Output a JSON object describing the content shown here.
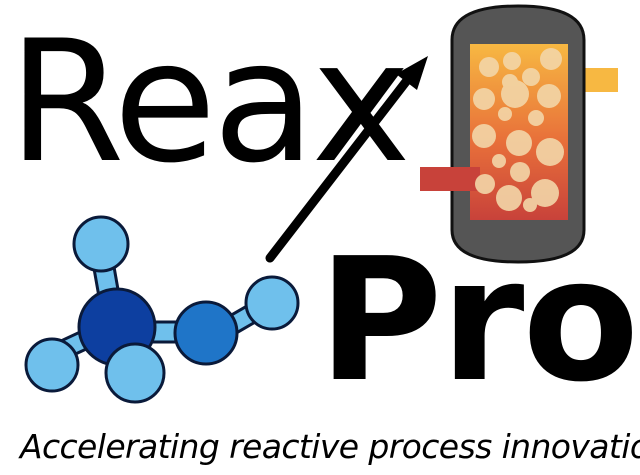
{
  "logo": {
    "word_reax": "Reax",
    "word_pro": "Pro",
    "tagline": "Accelerating reactive process innovation",
    "colors": {
      "text": "#000000",
      "reactor_shell": "#555555",
      "reactor_gradient_top": "#f7b842",
      "reactor_gradient_bottom": "#c8423a",
      "bubble": "#f3d6a8",
      "inlet_pipe": "#c8423a",
      "outlet_pipe": "#f7b842",
      "molecule_dark": "#0d3fa0",
      "molecule_mid": "#1f75c8",
      "molecule_light": "#6fc0ec"
    },
    "icons": [
      "molecule-icon",
      "reactor-icon",
      "arrow-icon"
    ]
  }
}
